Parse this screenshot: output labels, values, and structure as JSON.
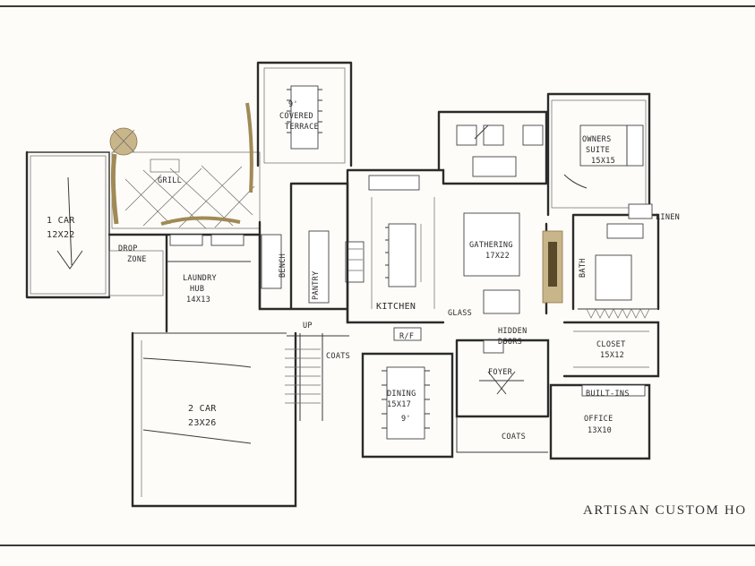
{
  "rooms": {
    "covered_terrace": [
      "9'",
      "COVERED",
      "TERRACE"
    ],
    "grill": "GRILL",
    "one_car": [
      "1 CAR",
      "12X22"
    ],
    "drop_zone": [
      "DROP",
      "ZONE"
    ],
    "laundry": [
      "LAUNDRY",
      "HUB",
      "14X13"
    ],
    "pantry": "PANTRY",
    "bench": "BENCH",
    "kitchen": "KITCHEN",
    "gathering": [
      "GATHERING",
      "17X22"
    ],
    "owners_suite": [
      "OWNERS",
      "SUITE",
      "15X15"
    ],
    "linen": "LINEN",
    "bath": "BATH",
    "closet": [
      "CLOSET",
      "15X12"
    ],
    "built_ins": "BUILT-INS",
    "office": [
      "OFFICE",
      "13X10"
    ],
    "glass": "GLASS",
    "hidden_doors": [
      "HIDDEN",
      "DOORS"
    ],
    "foyer": "FOYER",
    "dining": [
      "DINING",
      "15X17",
      "9'"
    ],
    "coats": "COATS",
    "two_car": [
      "2 CAR",
      "23X26"
    ],
    "up": "UP",
    "coats_stair": "COATS",
    "rf": "R/F"
  },
  "footer": {
    "brand": "ARTISAN CUSTOM HO"
  }
}
